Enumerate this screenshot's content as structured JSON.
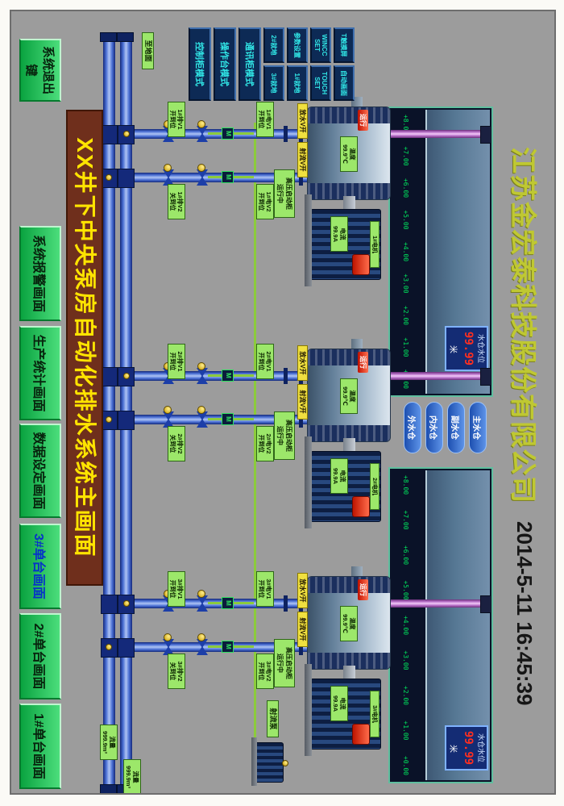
{
  "header": {
    "company": "江苏金宏泰科技股份有限公司",
    "datetime": "2014-5-11  16:45:39"
  },
  "banner": {
    "text": "XX井下中央泵房自动化排水系统主画面"
  },
  "nav": [
    "系统退出键",
    "系统报警画面",
    "生产统计画面",
    "数据设定画面",
    "3#单台画面",
    "2#单台画面",
    "1#单台画面"
  ],
  "mode_panel": {
    "small": [
      "T触摸屏",
      "自动画面",
      "WINCC SET",
      "TOUCH SET",
      "参数设置",
      "1#就地",
      "2#就地",
      "3#就地"
    ],
    "wide": [
      "通讯柜模式",
      "操作台模式",
      "控制柜模式"
    ]
  },
  "sump": {
    "scale": [
      "+8.00",
      "+7.00",
      "+6.00",
      "+5.00",
      "+4.00",
      "+3.00",
      "+2.00",
      "+1.00",
      "+0.00"
    ],
    "selectors": [
      "主水仓",
      "副水仓",
      "内水仓",
      "外水仓"
    ],
    "level_a": {
      "label": "水仓水位",
      "value": "99.99",
      "unit": "米"
    },
    "level_b": {
      "label": "水仓水位",
      "value": "99.99",
      "unit": "米"
    }
  },
  "flows": {
    "flow1": {
      "label": "流量",
      "value": "999.9m³"
    },
    "flow2": {
      "label": "流量",
      "value": "999.9m³"
    }
  },
  "misc": {
    "m": "M",
    "to_surface": "至地面",
    "jet_pump": "射流泵"
  },
  "pumps": [
    {
      "motor_name": "1#电机",
      "run": "运行",
      "temp_label": "温度",
      "temp": "99.9℃",
      "current_label": "电流",
      "current": "99.9A",
      "hv1": "高压启动柜",
      "hv2": "运行中",
      "mv1a": "1#电V1",
      "mv1b": "开到位",
      "mv2a": "1#电V2",
      "mv2b": "开到位",
      "dv1a": "1#排V1",
      "dv1b": "开到位",
      "dv2a": "1#排V2",
      "dv2b": "关到位",
      "y1": "放水V开",
      "y2": "射流V开"
    },
    {
      "motor_name": "2#电机",
      "run": "运行",
      "temp_label": "温度",
      "temp": "99.9℃",
      "current_label": "电流",
      "current": "99.9A",
      "hv1": "高压启动柜",
      "hv2": "运行中",
      "mv1a": "2#电V1",
      "mv1b": "开到位",
      "mv2a": "2#电V2",
      "mv2b": "开到位",
      "dv1a": "2#排V1",
      "dv1b": "开到位",
      "dv2a": "2#排V2",
      "dv2b": "关到位",
      "y1": "放水V开",
      "y2": "射流V开"
    },
    {
      "motor_name": "3#电机",
      "run": "运行",
      "temp_label": "温度",
      "temp": "99.9℃",
      "current_label": "电流",
      "current": "99.9A",
      "hv1": "高压启动柜",
      "hv2": "运行中",
      "mv1a": "3#电V1",
      "mv1b": "开到位",
      "mv2a": "3#电V2",
      "mv2b": "开到位",
      "dv1a": "3#排V1",
      "dv1b": "开到位",
      "dv2a": "3#排V2",
      "dv2b": "关到位",
      "y1": "放水V开",
      "y2": "射流V开"
    }
  ],
  "colors": {
    "screen_gray": "#9C9C9C",
    "menu_green": "#12B84C",
    "tag_green": "#9CE76A",
    "banner_bg": "#6F2F1C",
    "banner_text": "#FFE400",
    "pipe_blue": "#2A52BE",
    "priming_green": "#8CCB3C",
    "suction_magenta": "#C07AD0",
    "alarm_red": "#D81E00",
    "value_red": "#FF2F20",
    "company_text": "#BFC832"
  }
}
